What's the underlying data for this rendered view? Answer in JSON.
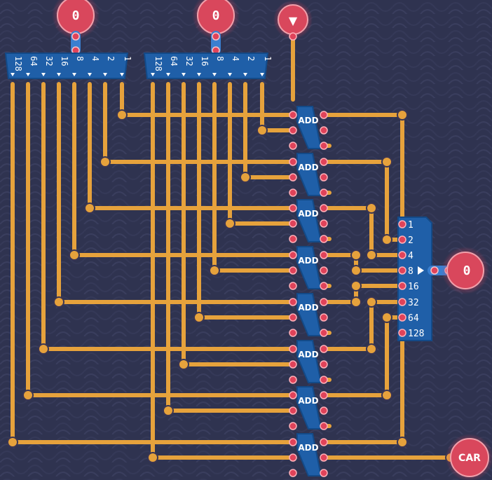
{
  "inputs": {
    "a_value": "0",
    "b_value": "0",
    "carry_in_symbol": "▼"
  },
  "output": {
    "value": "0",
    "carry_out_label": "CAR"
  },
  "split_a_bits": [
    "128",
    "64",
    "32",
    "16",
    "8",
    "4",
    "2",
    "1"
  ],
  "split_b_bits": [
    "128",
    "64",
    "32",
    "16",
    "8",
    "4",
    "2",
    "1"
  ],
  "join_bits": [
    "1",
    "2",
    "4",
    "8",
    "16",
    "32",
    "64",
    "128"
  ],
  "adder_label": "ADD",
  "adder_count": 8,
  "colors": {
    "background": "#2f3350",
    "wire": "#e6a23c",
    "pin": "#e0435a",
    "component": "#1f5fa8"
  }
}
